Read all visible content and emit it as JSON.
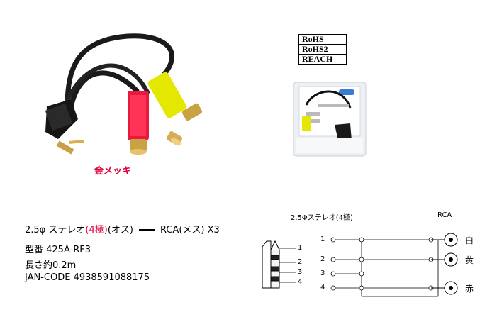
{
  "product_photo": {
    "gold_label": "金メッキ"
  },
  "badges": [
    "RoHS",
    "RoHS2",
    "REACH"
  ],
  "package": {
    "title": "2.5φステレオ(4極)",
    "sub": "RCA(メス)X3"
  },
  "specs": {
    "line1_prefix": "2.5φ ステレオ",
    "line1_red": "(4極)",
    "line1_mid": "(オス)",
    "line1_suffix": "RCA(メス) X3",
    "model": "型番 425A-RF3",
    "length": "長さ約0.2m",
    "jan": "JAN-CODE 4938591088175"
  },
  "diagram": {
    "left_title": "2.5Φステレオ(4極)",
    "right_title": "RCA",
    "plug_pins": [
      "1",
      "2",
      "3",
      "4"
    ],
    "wire_pins": [
      "1",
      "2",
      "3",
      "4"
    ],
    "outputs": [
      "白",
      "黄",
      "赤"
    ]
  }
}
